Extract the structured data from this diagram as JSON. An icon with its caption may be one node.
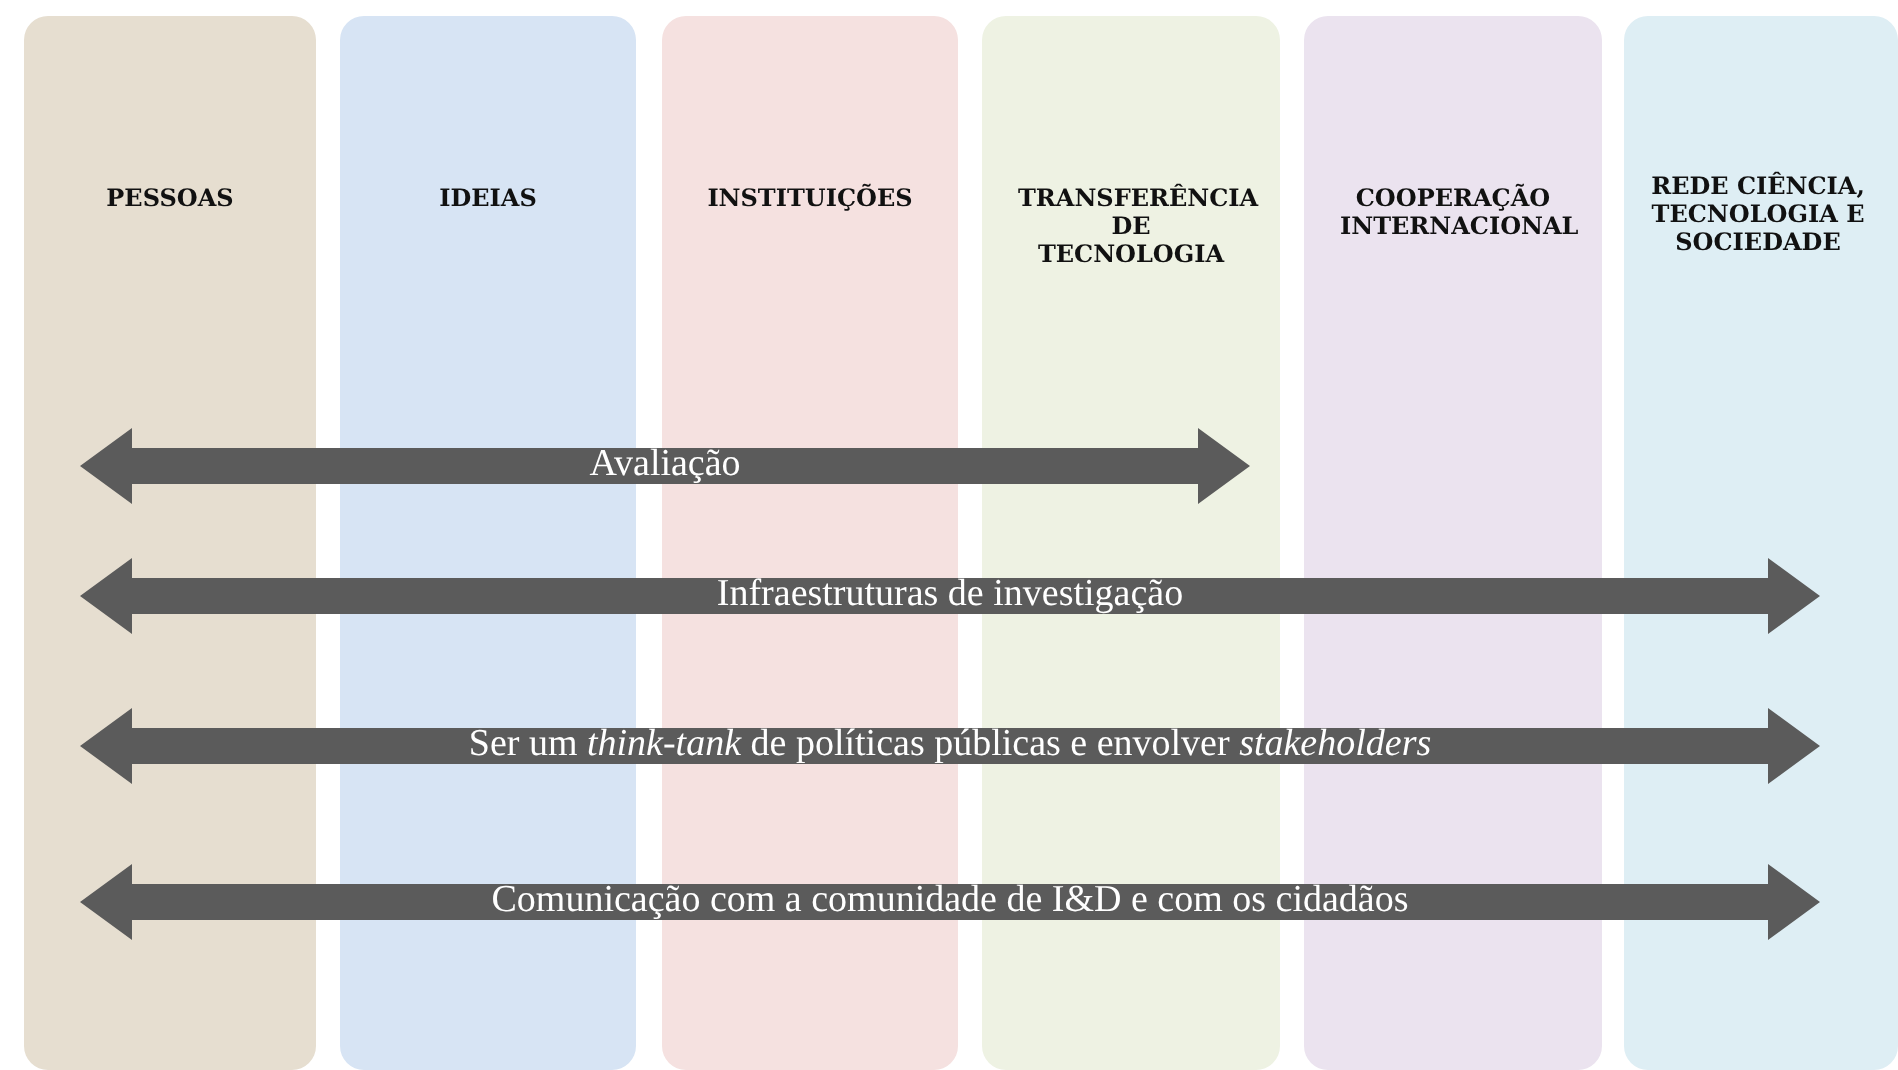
{
  "diagram": {
    "nodes": [
      {
        "text": [
          "PESSOAS"
        ]
      },
      {
        "text": [
          "IDEIAS"
        ]
      },
      {
        "text": [
          "INSTITUIÇÕES"
        ]
      },
      {
        "text": [
          "TRANSFERÊNCIA DE TECNOLOGIA"
        ]
      },
      {
        "text": [
          "COOPERAÇÃO INTERNACIONAL"
        ]
      },
      {
        "text": [
          "REDE CIÊNCIA, TECNOLOGIA E SOCIEDADE"
        ]
      },
      {
        "text": [
          "Avaliação"
        ]
      },
      {
        "text": [
          "Infraestruturas de investigação"
        ]
      },
      {
        "text": [
          "Ser um *think-tank* de políticas públicas e envolver *stakeholders*"
        ]
      },
      {
        "text": [
          "Comunicação com a comunidade de I&D e com os cidadãos"
        ]
      }
    ]
  }
}
